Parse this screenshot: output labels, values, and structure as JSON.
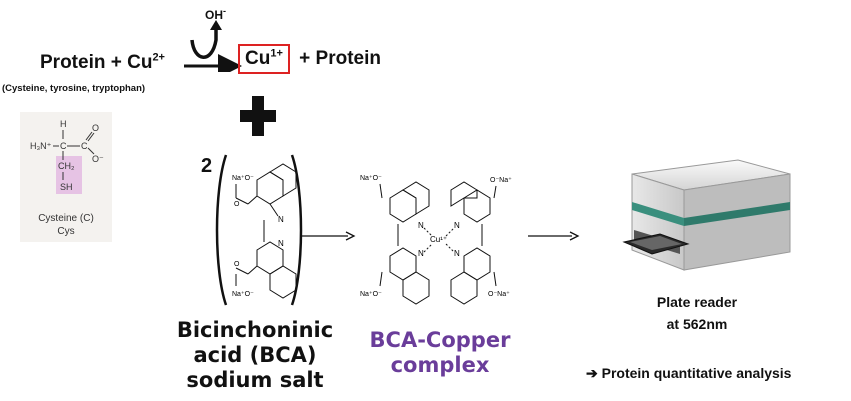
{
  "reaction": {
    "left_protein": "Protein + Cu",
    "left_charge": "2+",
    "hydroxide": "OH",
    "hydroxide_charge": "-",
    "product_copper": "Cu",
    "product_charge": "1+",
    "right_protein": "+ Protein",
    "residues_note": "(Cysteine, tyrosine, tryptophan)"
  },
  "cysteine": {
    "name": "Cysteine (C)",
    "abbrev": "Cys",
    "atoms": {
      "h": "H",
      "amine": "H₃N⁺",
      "c": "C",
      "o": "O",
      "o_minus": "O⁻",
      "ch2": "CH₂",
      "sh": "SH"
    }
  },
  "bca": {
    "coefficient": "2",
    "label_line1": "Bicinchoninic",
    "label_line2": "acid (BCA)",
    "label_line3": "sodium salt",
    "substituent": "Na⁺O⁻",
    "nitrogen": "N"
  },
  "complex": {
    "label_line1": "BCA-Copper",
    "label_line2": "complex",
    "metal": "Cu¹⁺",
    "substituent_left": "Na⁺O⁻",
    "substituent_right": "O⁻Na⁺",
    "nitrogen": "N"
  },
  "instrument": {
    "label_line1": "Plate reader",
    "label_line2": "at 562nm",
    "analysis": "Protein quantitative analysis",
    "arrow_glyph": "➔"
  },
  "colors": {
    "accent_red": "#dd2222",
    "complex_purple": "#6a3d9a",
    "highlight_pink": "#e6c3e4",
    "reader_teal": "#3a8f7e"
  }
}
